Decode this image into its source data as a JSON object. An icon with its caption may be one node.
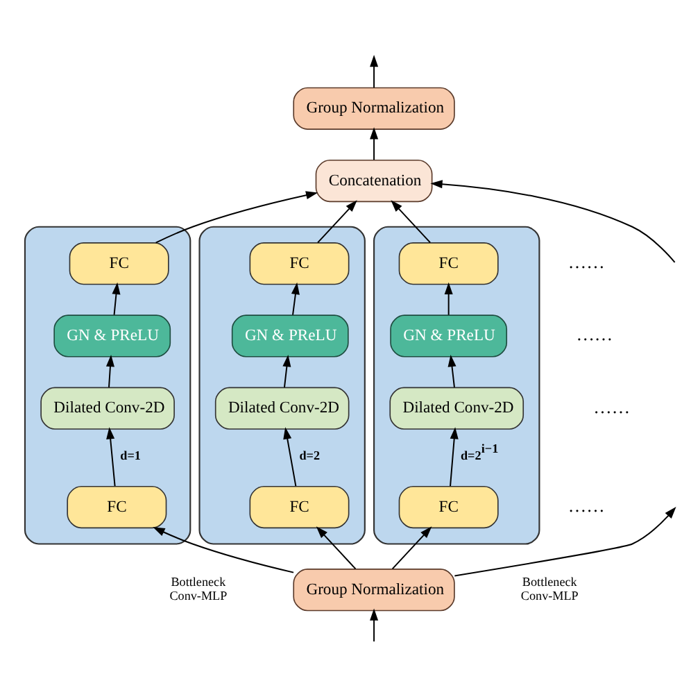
{
  "diagram": {
    "nodes": [
      {
        "text": [
          "Group Normalization"
        ]
      },
      {
        "text": [
          "Concatenation"
        ]
      },
      {
        "text": [],
        "shape": "box",
        "beside": [
          "Bottleneck Conv-MLP"
        ]
      },
      {
        "text": [
          "FC"
        ],
        "in": 2
      },
      {
        "text": [
          "GN & PReLU"
        ],
        "in": 2
      },
      {
        "text": [
          "Dilated Conv-2D"
        ],
        "in": 2
      },
      {
        "text": [
          "FC"
        ],
        "in": 2
      },
      {
        "text": [],
        "shape": "box"
      },
      {
        "text": [
          "FC"
        ],
        "in": 7
      },
      {
        "text": [
          "GN & PReLU"
        ],
        "in": 7
      },
      {
        "text": [
          "Dilated Conv-2D"
        ],
        "in": 7
      },
      {
        "text": [
          "FC"
        ],
        "in": 7
      },
      {
        "text": [],
        "shape": "box",
        "beside": [
          "Bottleneck Conv-MLP"
        ]
      },
      {
        "text": [
          "FC"
        ],
        "in": 12
      },
      {
        "text": [
          "GN & PReLU"
        ],
        "in": 12
      },
      {
        "text": [
          "Dilated Conv-2D"
        ],
        "in": 12
      },
      {
        "text": [
          "FC"
        ],
        "in": 12
      },
      {
        "text": [
          "Group Normalization"
        ]
      }
    ],
    "edges": [
      {
        "from": 17,
        "to": null,
        "arrow": "to"
      },
      {
        "from": 17,
        "to": 6,
        "arrow": "to"
      },
      {
        "from": 17,
        "to": 11,
        "arrow": "to"
      },
      {
        "from": null,
        "to": 17,
        "arrow": "to"
      },
      {
        "from": 17,
        "to": 16,
        "arrow": "to"
      },
      {
        "from": 6,
        "to": 5,
        "arrow": "to",
        "label": "d=1"
      },
      {
        "from": 5,
        "to": 4,
        "arrow": "to"
      },
      {
        "from": 4,
        "to": 3,
        "arrow": "to"
      },
      {
        "from": 11,
        "to": 10,
        "arrow": "to",
        "label": "d=2"
      },
      {
        "from": 10,
        "to": 9,
        "arrow": "to"
      },
      {
        "from": 9,
        "to": 8,
        "arrow": "to"
      },
      {
        "from": 16,
        "to": 15,
        "arrow": "to",
        "label": "d=2$^{i−1}$"
      },
      {
        "from": 15,
        "to": 14,
        "arrow": "to"
      },
      {
        "from": 14,
        "to": 13,
        "arrow": "to"
      },
      {
        "from": 3,
        "to": 1,
        "arrow": "to"
      },
      {
        "from": 8,
        "to": 1,
        "arrow": "to"
      },
      {
        "from": null,
        "to": 1,
        "arrow": "to"
      },
      {
        "from": 13,
        "to": 1,
        "arrow": "to"
      },
      {
        "from": 1,
        "to": 0,
        "arrow": "to"
      },
      {
        "from": 0,
        "to": null,
        "arrow": "to"
      }
    ],
    "labels": [
      "……",
      "……",
      "……",
      "……"
    ]
  }
}
